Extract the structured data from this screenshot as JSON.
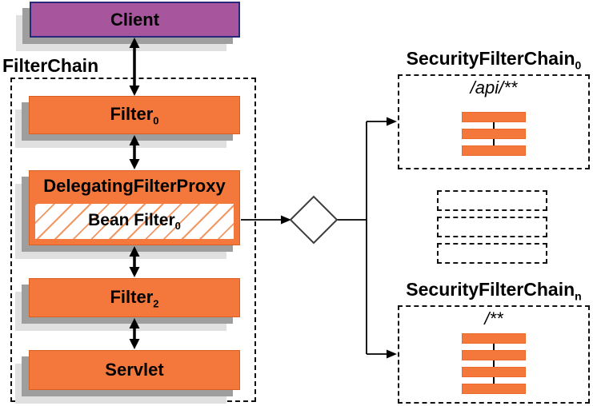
{
  "client": {
    "label": "Client"
  },
  "filter_chain": {
    "label": "FilterChain"
  },
  "filter0": {
    "label": "Filter",
    "sub": "0"
  },
  "delegating_filter_proxy": {
    "label": "DelegatingFilterProxy"
  },
  "bean_filter": {
    "label": "Bean Filter",
    "sub": "0"
  },
  "filter2": {
    "label": "Filter",
    "sub": "2"
  },
  "servlet": {
    "label": "Servlet"
  },
  "decision": {
    "label": "?"
  },
  "security_filter_chain_0": {
    "title": "SecurityFilterChain",
    "sub": "0",
    "url_pattern": "/api/**",
    "filter_count": 3
  },
  "security_filter_chain_n": {
    "title": "SecurityFilterChain",
    "sub": "n",
    "url_pattern": "/**",
    "filter_count": 4
  },
  "placeholder_chains": {
    "count": 3
  },
  "colors": {
    "orange": "#F4783C",
    "orange_border": "#D95F20",
    "hatch_orange": "#F29763",
    "purple": "#A7569E",
    "purple_border": "#28287A",
    "shadow_dark": "#9E9E9E",
    "shadow_light": "#E0E0E0",
    "line": "#000000"
  }
}
